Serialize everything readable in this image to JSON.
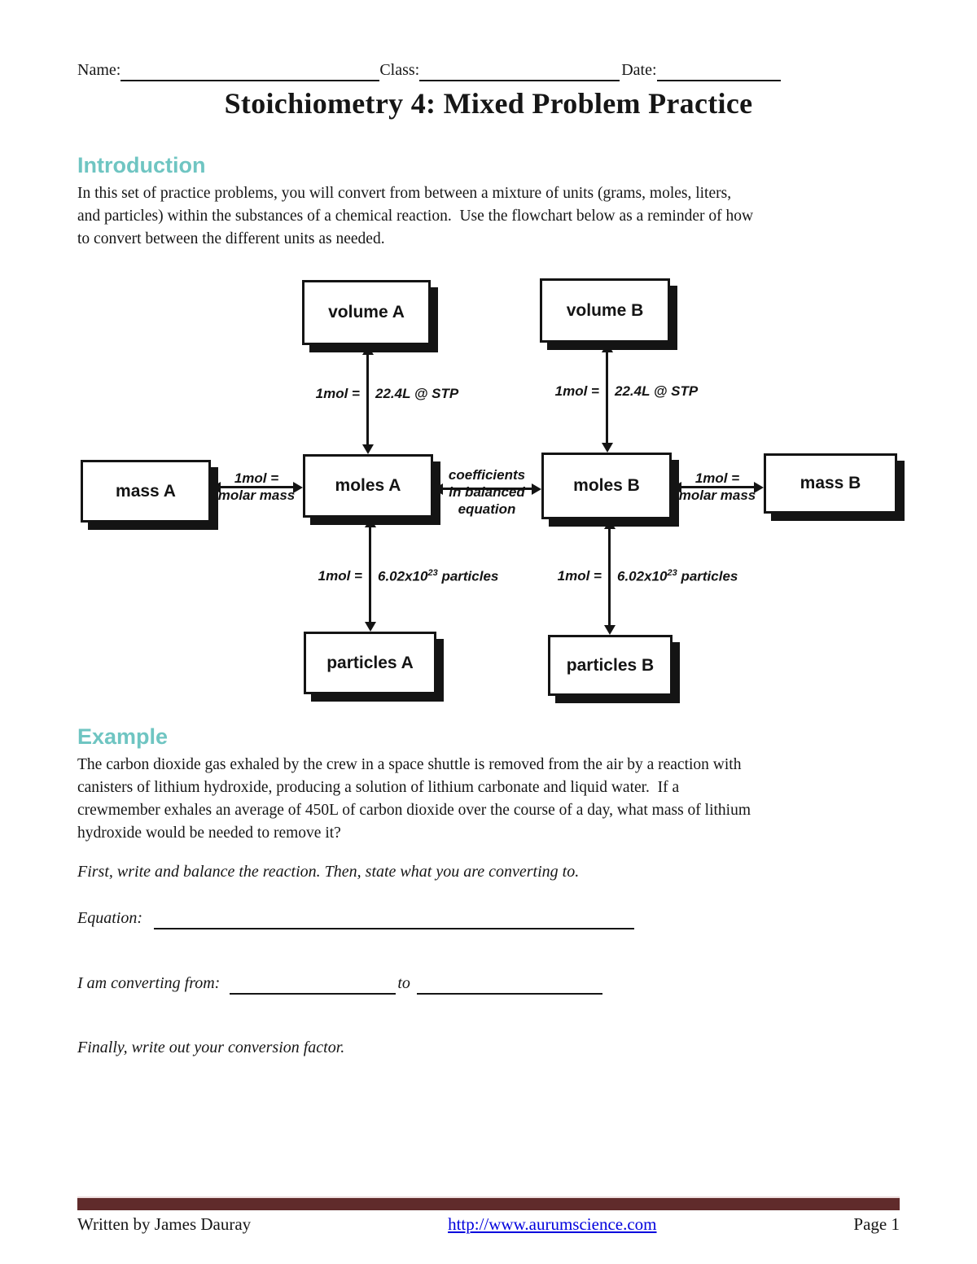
{
  "header": {
    "name_label": "Name:",
    "class_label": "Class:",
    "date_label": "Date:"
  },
  "title": "Stoichiometry 4: Mixed Problem Practice",
  "intro": {
    "heading": "Introduction",
    "body": "In this set of practice problems, you will convert from between a mixture of units (grams, moles, liters,\nand particles) within the substances of a chemical reaction.  Use the flowchart below as a reminder of how\nto convert between the different units as needed."
  },
  "flowchart": {
    "boxes": [
      {
        "id": "volume-a",
        "label": "volume A"
      },
      {
        "id": "volume-b",
        "label": "volume B"
      },
      {
        "id": "mass-a",
        "label": "mass A"
      },
      {
        "id": "moles-a",
        "label": "moles A"
      },
      {
        "id": "moles-b",
        "label": "moles B"
      },
      {
        "id": "mass-b",
        "label": "mass B"
      },
      {
        "id": "particles-a",
        "label": "particles A"
      },
      {
        "id": "particles-b",
        "label": "particles B"
      }
    ],
    "labels": {
      "mol_volume": {
        "left": "1mol =",
        "right": "22.4L @ STP"
      },
      "mol_mass": {
        "line1": "1mol =",
        "line2": "molar mass"
      },
      "coefficients": {
        "line1": "coefficients",
        "line2": "in balanced",
        "line3": "equation"
      },
      "mol_particles": {
        "left": "1mol =",
        "base": "6.02x10",
        "sup": "23",
        "tail": "particles"
      }
    }
  },
  "example": {
    "heading": "Example",
    "body": "The carbon dioxide gas exhaled by the crew in a space shuttle is removed from the air by a reaction with\ncanisters of lithium hydroxide, producing a solution of lithium carbonate and liquid water.  If a\ncrewmember exhales an average of 450L of carbon dioxide over the course of a day, what mass of lithium\nhydroxide would be needed to remove it?"
  },
  "prompts": {
    "instruction1": "First, write and balance the reaction.  Then, state what you are converting to.",
    "equation_label": "Equation:",
    "converting_label": "I am converting from:",
    "to_label": "to",
    "instruction2": "Finally, write out your conversion factor."
  },
  "footer": {
    "author": "Written by James Dauray",
    "url": "http://www.aurumscience.com",
    "page": "Page 1"
  },
  "colors": {
    "heading_teal": "#6fc5c2",
    "footer_bar": "#602b2b",
    "link_blue": "#0000dd"
  }
}
